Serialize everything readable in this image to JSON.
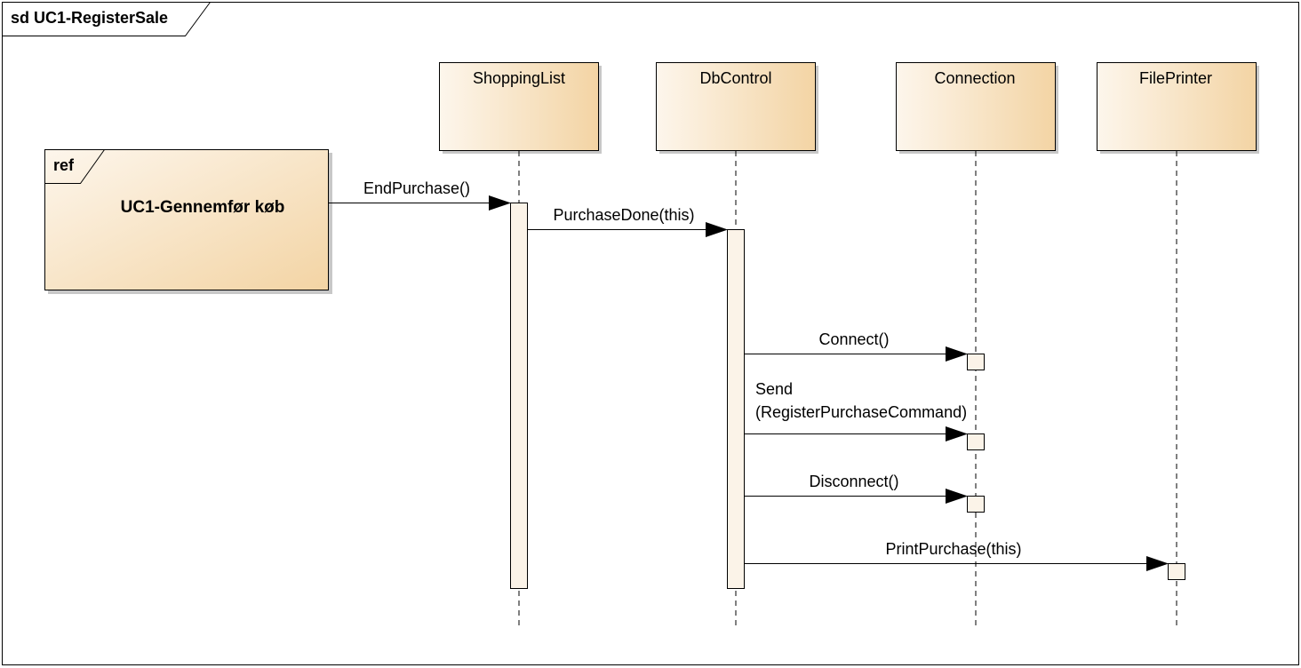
{
  "frame": {
    "title": "sd UC1-RegisterSale"
  },
  "colors": {
    "box_fill_light": "#fdf6ec",
    "box_fill_dark": "#f3d4a4",
    "activation_fill": "#fbf3e8",
    "stroke": "#000000",
    "shadow": "#c8c8c8"
  },
  "lifelines": {
    "shopping_list": "ShoppingList",
    "db_control": "DbControl",
    "connection": "Connection",
    "file_printer": "FilePrinter"
  },
  "ref": {
    "tag": "ref",
    "text": "UC1-Gennemfør køb"
  },
  "messages": {
    "end_purchase": "EndPurchase()",
    "purchase_done": "PurchaseDone(this)",
    "connect": "Connect()",
    "send_line1": "Send",
    "send_line2": "(RegisterPurchaseCommand)",
    "disconnect": "Disconnect()",
    "print_purchase": "PrintPurchase(this)"
  }
}
